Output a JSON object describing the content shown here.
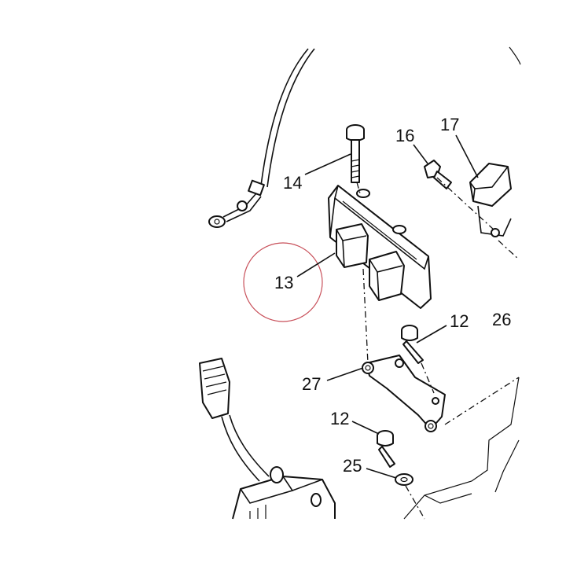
{
  "diagram": {
    "callouts": {
      "c12a": "12",
      "c12b": "12",
      "c13": "13",
      "c14": "14",
      "c16": "16",
      "c17": "17",
      "c25": "25",
      "c26": "26",
      "c27": "27"
    },
    "highlight_color": "#c8505a",
    "line_color": "#111111"
  }
}
